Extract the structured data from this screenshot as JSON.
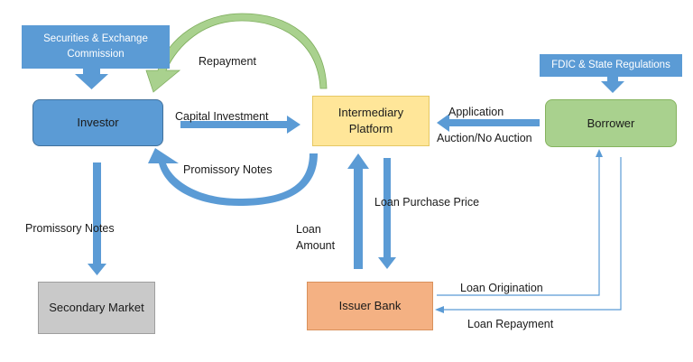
{
  "nodes": {
    "sec": "Securities & Exchange Commission",
    "fdic": "FDIC & State Regulations",
    "investor": "Investor",
    "platform": "Intermediary Platform",
    "borrower": "Borrower",
    "secondary_market": "Secondary Market",
    "issuer_bank": "Issuer Bank"
  },
  "edges": {
    "repayment": "Repayment",
    "capital_investment": "Capital Investment",
    "promissory_notes_platform": "Promissory Notes",
    "application": "Application",
    "auction": "Auction/No Auction",
    "loan_purchase_price": "Loan Purchase Price",
    "loan": "Loan",
    "amount": "Amount",
    "promissory_notes_market": "Promissory Notes",
    "loan_origination": "Loan Origination",
    "loan_repayment": "Loan Repayment"
  },
  "colors": {
    "regulator": "#5b9bd5",
    "investor": "#5b9bd5",
    "platform": "#ffe699",
    "borrower": "#a9d18e",
    "secondary_market": "#c9c9c9",
    "issuer_bank": "#f4b183",
    "arrow": "#5b9bd5",
    "repayment_arrow": "#a9d18e"
  }
}
